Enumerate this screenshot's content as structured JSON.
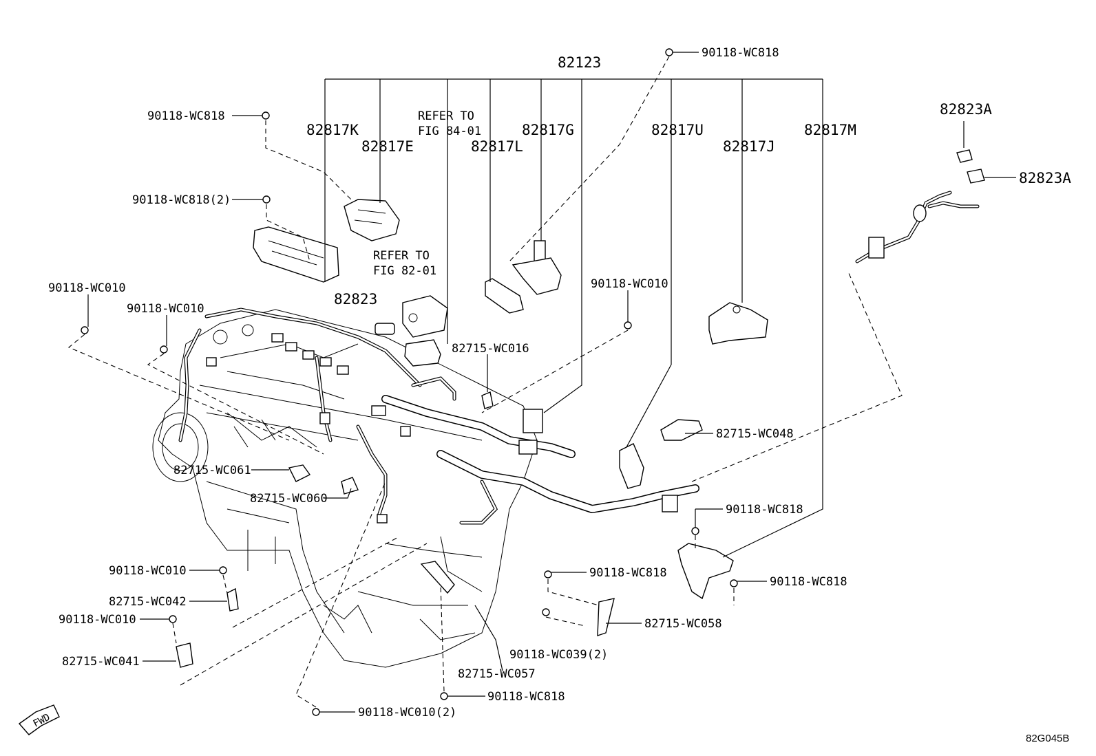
{
  "diagram": {
    "labels": {
      "p82123": "82123",
      "p82817K": "82817K",
      "p82817E": "82817E",
      "refer8401a": "REFER TO",
      "refer8401b": "FIG 84-01",
      "p82817L": "82817L",
      "p82817G": "82817G",
      "p82817U": "82817U",
      "p82817J": "82817J",
      "p82817M": "82817M",
      "p82823A_1": "82823A",
      "p82823A_2": "82823A",
      "refer8201a": "REFER TO",
      "refer8201b": "FIG 82-01",
      "p82823": "82823",
      "b_wc818_top": "90118-WC818",
      "b_wc818_left": "90118-WC818",
      "b_wc818_2": "90118-WC818(2)",
      "b_wc010_a": "90118-WC010",
      "b_wc010_b": "90118-WC010",
      "b_wc010_c": "90118-WC010",
      "c_wc016": "82715-WC016",
      "c_wc048": "82715-WC048",
      "c_wc061": "82715-WC061",
      "c_wc060": "82715-WC060",
      "b_wc818_r1": "90118-WC818",
      "b_wc818_r2": "90118-WC818",
      "b_wc818_mid": "90118-WC818",
      "b_wc010_d": "90118-WC010",
      "c_wc042": "82715-WC042",
      "b_wc010_e": "90118-WC010",
      "c_wc041": "82715-WC041",
      "c_wc058": "82715-WC058",
      "b_wc039": "90118-WC039(2)",
      "c_wc057": "82715-WC057",
      "b_wc818_bot": "90118-WC818",
      "b_wc010_bot": "90118-WC010(2)",
      "fwd": "FWD",
      "code": "82G045B"
    }
  }
}
